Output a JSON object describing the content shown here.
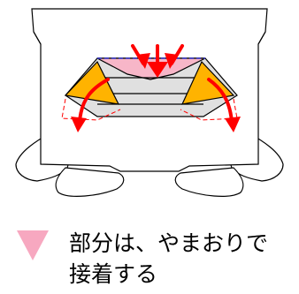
{
  "caption": {
    "line1": "部分は、やまおりで",
    "line2": "接着する"
  },
  "legend": {
    "marker_shape": "downward-triangle",
    "marker_color": "#f7a8c0"
  },
  "colors": {
    "arrow_red": "#ff0000",
    "fold_blue": "#3333cc",
    "flap_orange": "#ffb300",
    "flap_pink": "#f7b6c8",
    "body_gray": "#e0e0e0",
    "outline": "#000000"
  }
}
